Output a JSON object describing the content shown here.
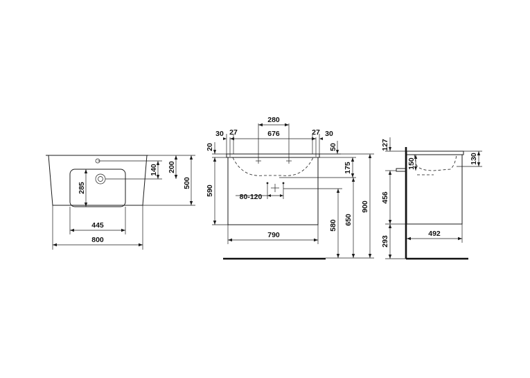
{
  "colors": {
    "line": "#1a1a1a",
    "background": "#ffffff"
  },
  "top_view": {
    "dim_140": "140",
    "dim_200": "200",
    "dim_500": "500",
    "dim_285": "285",
    "dim_445": "445",
    "dim_800": "800"
  },
  "front_view": {
    "dim_280": "280",
    "dim_30_left": "30",
    "dim_27_left": "27",
    "dim_676": "676",
    "dim_27_right": "27",
    "dim_30_right": "30",
    "dim_20": "20",
    "dim_50": "50",
    "dim_175": "175",
    "dim_590": "590",
    "dim_80_120": "80-120",
    "dim_580": "580",
    "dim_650": "650",
    "dim_900": "900",
    "dim_790": "790"
  },
  "side_view": {
    "dim_127": "127",
    "dim_150": "150",
    "dim_130": "130",
    "dim_456": "456",
    "dim_293": "293",
    "dim_492": "492"
  }
}
